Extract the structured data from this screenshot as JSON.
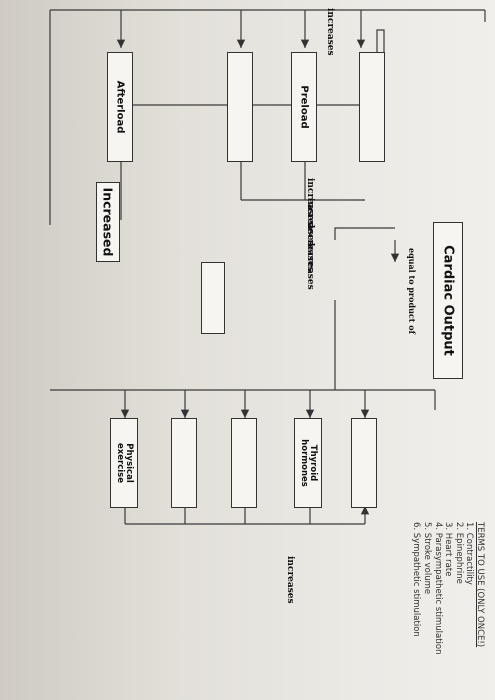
{
  "boxes": {
    "cardiac_output": "Cardiac Output",
    "preload": "Preload",
    "afterload": "Afterload",
    "increased": "Increased",
    "thyroid_hormones": "Thyroid\nhormones",
    "physical_exercise": "Physical\nexercise"
  },
  "labels": {
    "increases_top": "increases",
    "increases_1": "increases",
    "increases_2": "increases",
    "decreases_1": "decreases",
    "decreases_2": "decreases",
    "equal_to_product": "equal to product of",
    "increases_right": "increases"
  },
  "terms": {
    "heading": "TERMS TO USE (ONLY ONCE!)",
    "items": [
      "1.  Contractility",
      "2.  Epinephrine",
      "3.  Heart rate",
      "4.  Parasympathetic stimulation",
      "5.  Stroke volume",
      "6.  Sympathetic stimulation"
    ]
  }
}
